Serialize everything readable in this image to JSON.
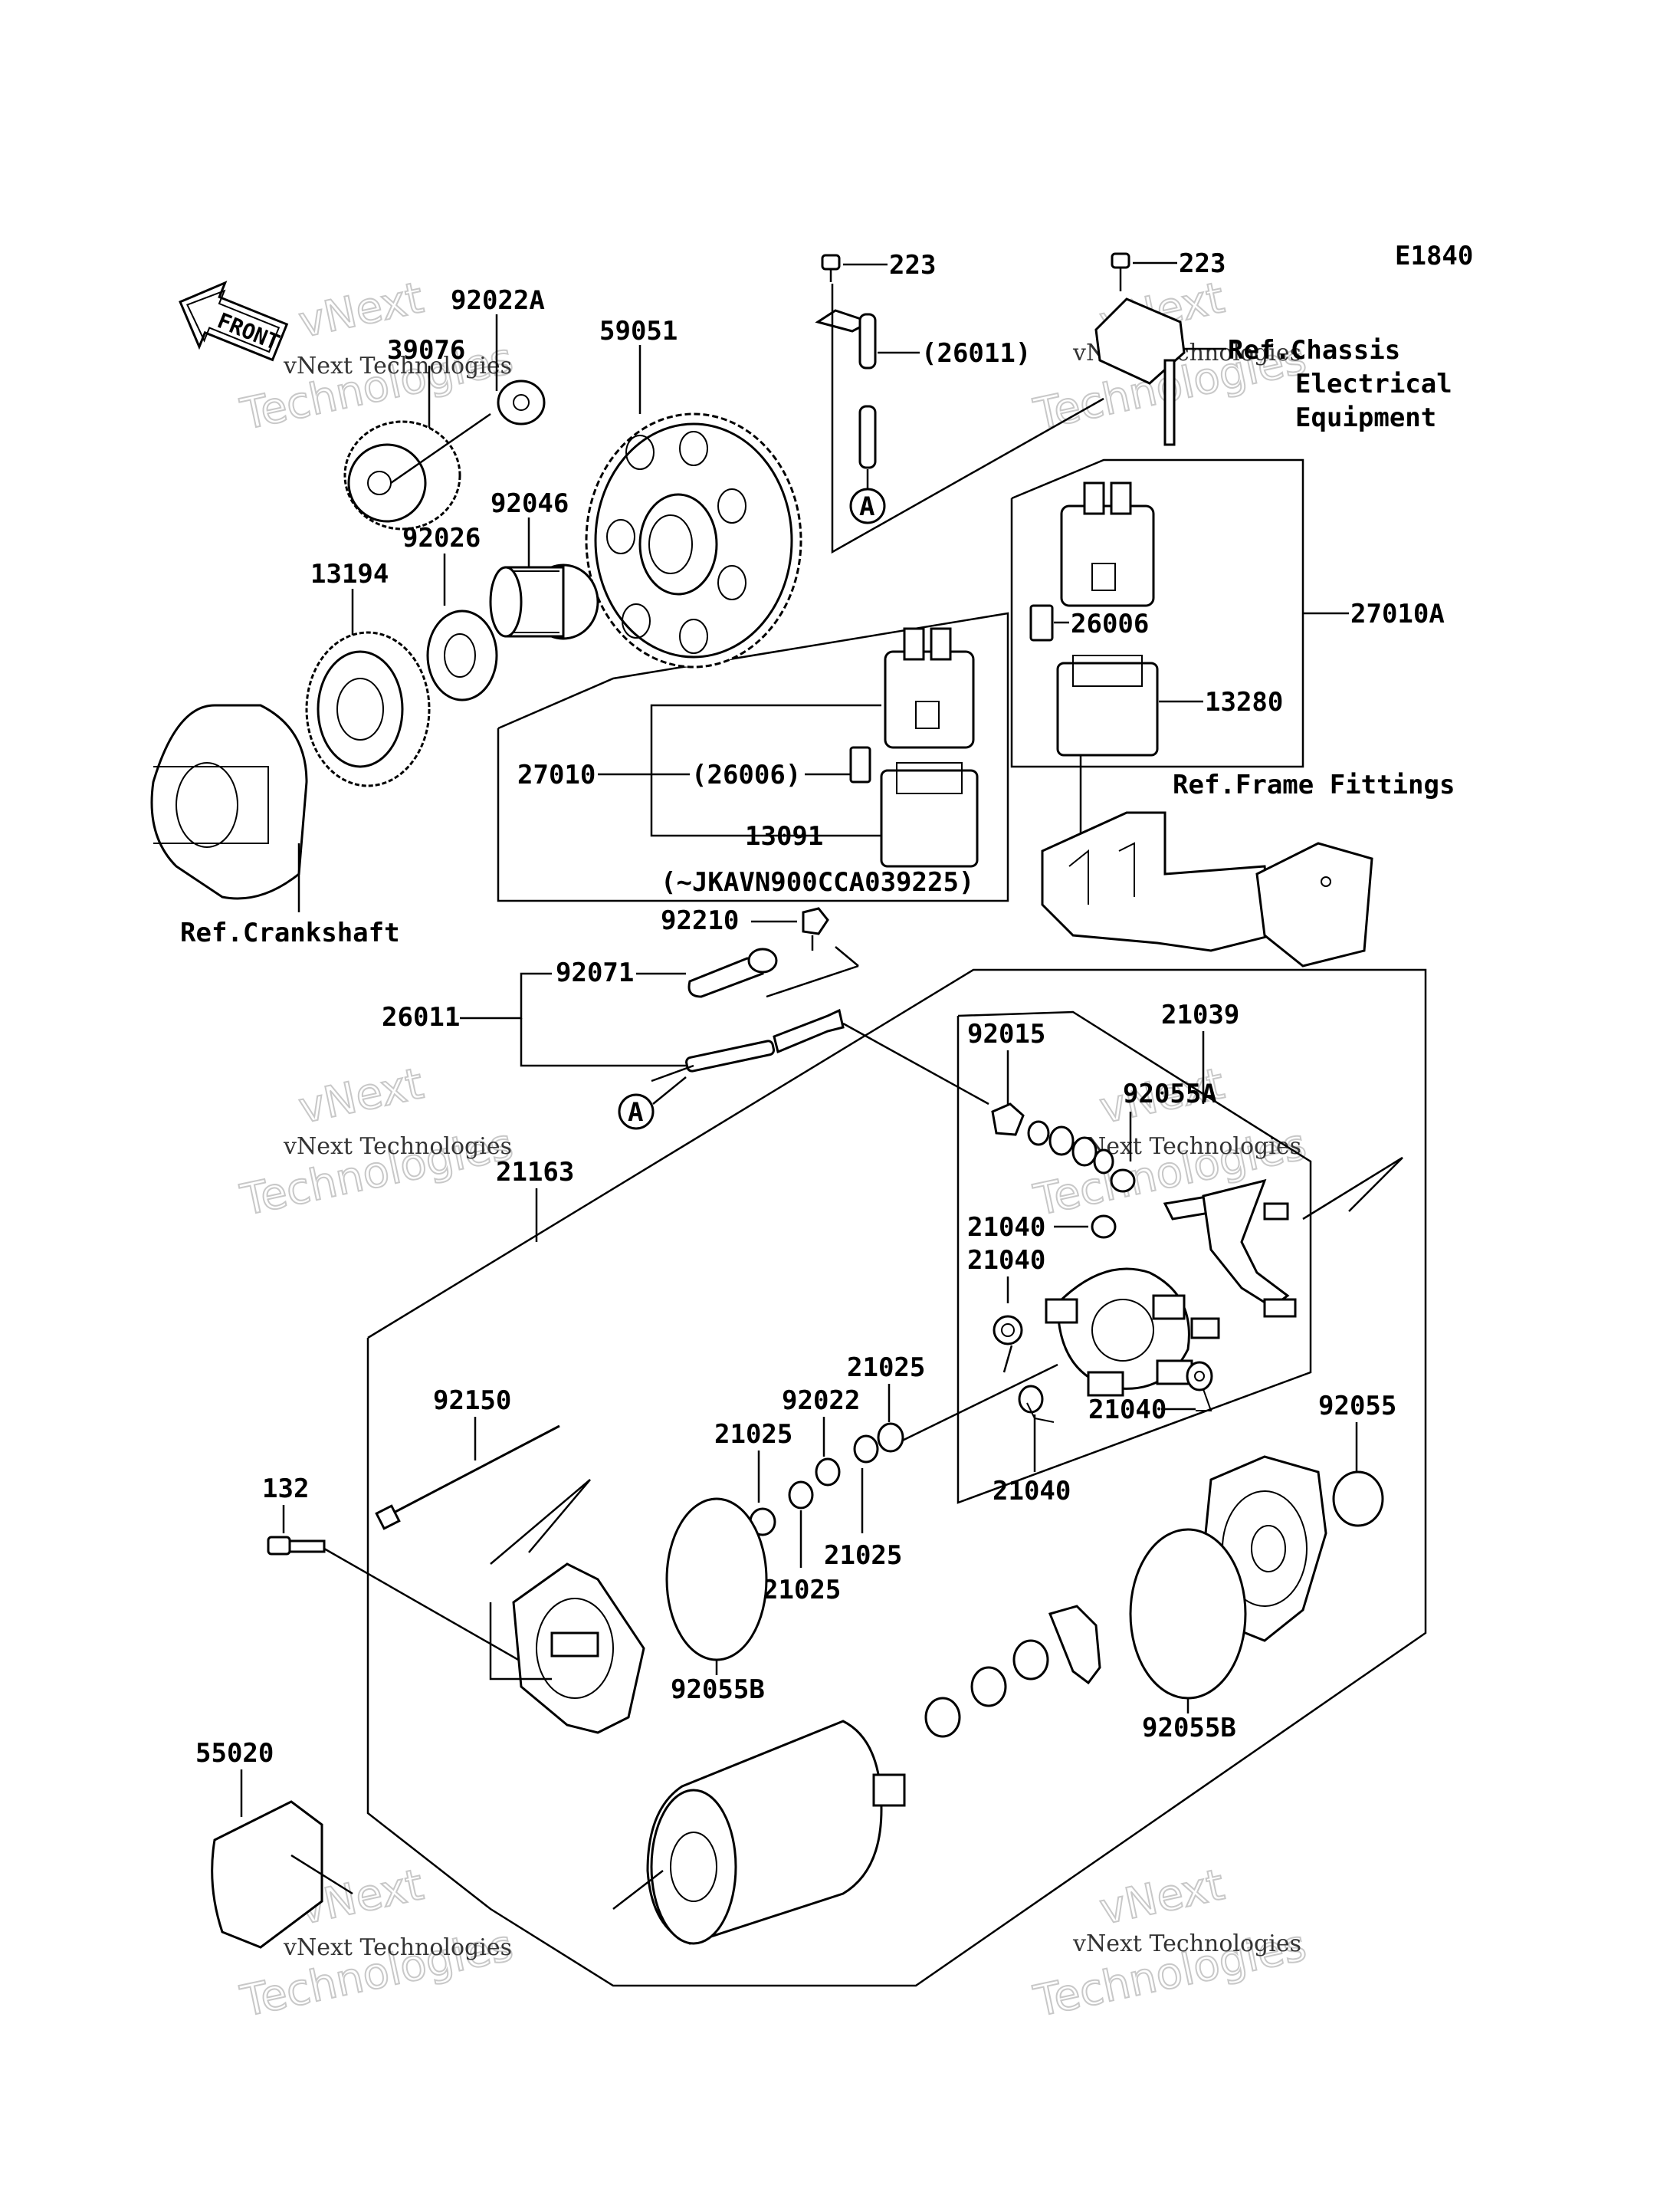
{
  "diagram": {
    "code": "E1840",
    "front_label": "FRONT",
    "callout_a": "A",
    "part_numbers": {
      "p223_top_left": "223",
      "p223_top_right": "223",
      "p26011_paren": "(26011)",
      "p92022A": "92022A",
      "p39076": "39076",
      "p59051": "59051",
      "p92046": "92046",
      "p92026": "92026",
      "p13194": "13194",
      "p26006": "26006",
      "p27010A": "27010A",
      "p13280": "13280",
      "p27010": "27010",
      "p26006_paren": "(26006)",
      "p13091": "13091",
      "p92210": "92210",
      "p92071": "92071",
      "p26011": "26011",
      "p21039": "21039",
      "p92015": "92015",
      "p92055A": "92055A",
      "p21163": "21163",
      "p21040_a": "21040",
      "p21040_b": "21040",
      "p21040_c": "21040",
      "p21040_d": "21040",
      "p21025_a": "21025",
      "p21025_b": "21025",
      "p21025_c": "21025",
      "p21025_d": "21025",
      "p92022": "92022",
      "p92055": "92055",
      "p92150": "92150",
      "p132": "132",
      "p92055B_a": "92055B",
      "p92055B_b": "92055B",
      "p55020": "55020"
    },
    "references": {
      "chassis_line1": "Ref.Chassis",
      "chassis_line2": "Electrical",
      "chassis_line3": "Equipment",
      "frame": "Ref.Frame Fittings",
      "crankshaft": "Ref.Crankshaft",
      "serial_note": "(~JKAVN900CCA039225)"
    },
    "watermark": {
      "line1": "vNext Technologies",
      "line2": "vNext",
      "line3": "Technologies"
    }
  }
}
